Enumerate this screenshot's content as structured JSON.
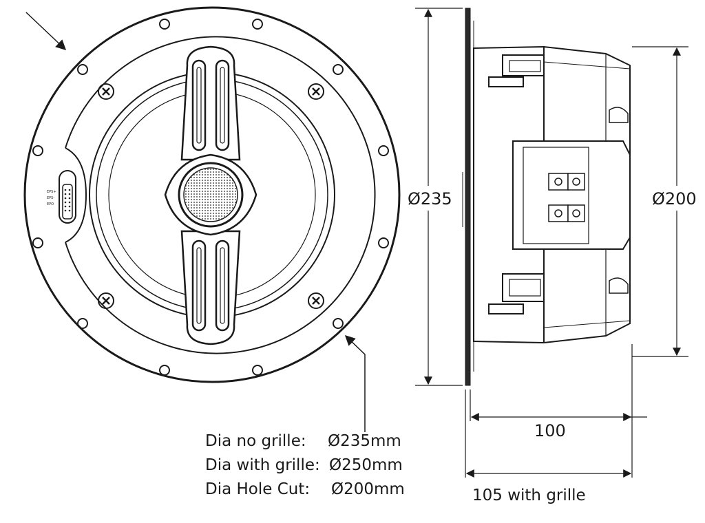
{
  "side_view": {
    "diameter_flange_label": "Ø235",
    "diameter_body_label": "Ø200",
    "depth_label": "100",
    "depth_grille_label": "105 with grille"
  },
  "spec_notes": {
    "rows": [
      {
        "label": "Dia no grille:",
        "value": "Ø235mm"
      },
      {
        "label": "Dia with grille:",
        "value": "Ø250mm"
      },
      {
        "label": "Dia Hole Cut:",
        "value": "Ø200mm"
      }
    ]
  },
  "switch_labels": [
    "EPS+",
    "EPS-",
    "EPO"
  ],
  "colors": {
    "line": "#1a1a1a",
    "fill_dark": "#2a2a2a",
    "background": "#ffffff"
  }
}
